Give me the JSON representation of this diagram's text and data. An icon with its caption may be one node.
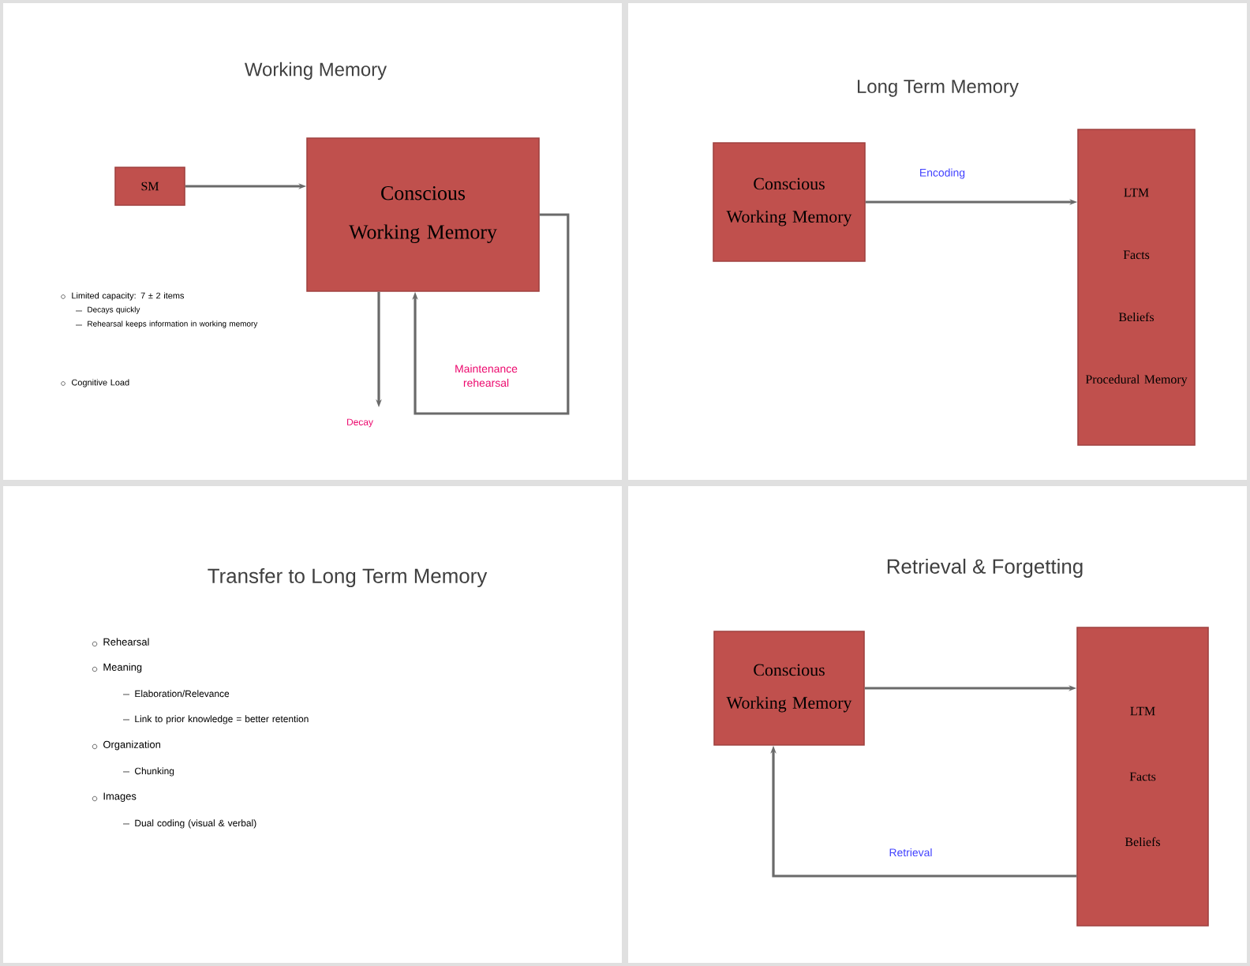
{
  "diagram": {
    "nodes": [
      {
        "text": [
          "SM"
        ]
      },
      {
        "text": [
          "Conscious Working Memory"
        ]
      },
      {
        "text": [
          "Conscious Working Memory"
        ]
      },
      {
        "text": [
          "LTM",
          "Facts",
          "Beliefs",
          "Procedural Memory"
        ]
      },
      {
        "text": [
          "Conscious Working Memory"
        ]
      },
      {
        "text": [
          "LTM",
          "Facts",
          "Beliefs"
        ]
      }
    ],
    "edges": [
      {
        "from": 0,
        "to": 1,
        "arrow": "to"
      },
      {
        "from": 1,
        "to": 1,
        "arrow": "to",
        "label": "Maintenance rehearsal"
      },
      {
        "from": 1,
        "to": null,
        "arrow": "to",
        "label": "Decay"
      },
      {
        "from": 2,
        "to": 3,
        "arrow": "to",
        "label": "Encoding"
      },
      {
        "from": 4,
        "to": 5,
        "arrow": "to"
      },
      {
        "from": 5,
        "to": 4,
        "arrow": "to",
        "label": "Retrieval"
      }
    ],
    "labels": [
      "Working Memory",
      "Limited capacity: 7 ± 2 items",
      "Decays quickly",
      "Rehearsal keeps information in working memory",
      "Cognitive Load",
      "Long Term Memory",
      "Transfer to Long Term Memory",
      "Rehearsal",
      "Meaning",
      "Elaboration/Relevance",
      "Link to prior knowledge = better retention",
      "Organization",
      "Chunking",
      "Images",
      "Dual coding (visual & verbal)",
      "Retrieval & Forgetting"
    ]
  }
}
